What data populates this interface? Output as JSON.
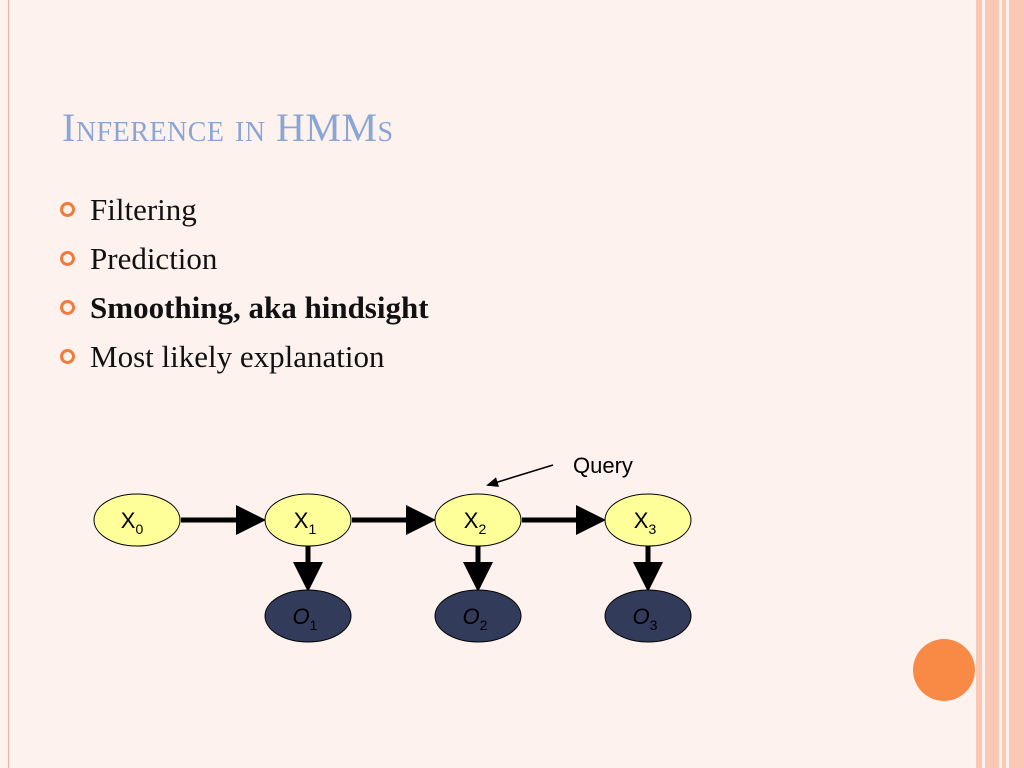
{
  "slide": {
    "title": "Inference in HMMs",
    "bullets": [
      {
        "label": "Filtering",
        "bold": false
      },
      {
        "label": "Prediction",
        "bold": false
      },
      {
        "label": "Smoothing, aka hindsight",
        "bold": true
      },
      {
        "label": "Most likely explanation",
        "bold": false
      }
    ]
  },
  "diagram": {
    "query_label": "Query",
    "hidden_nodes": [
      {
        "base": "X",
        "sub": "0"
      },
      {
        "base": "X",
        "sub": "1"
      },
      {
        "base": "X",
        "sub": "2"
      },
      {
        "base": "X",
        "sub": "3"
      }
    ],
    "observed_nodes": [
      {
        "base": "O",
        "sub": "1"
      },
      {
        "base": "O",
        "sub": "2"
      },
      {
        "base": "O",
        "sub": "3"
      }
    ]
  },
  "colors": {
    "title": "#8aa6d6",
    "bullet_marker": "#f27a3a",
    "hidden_node_fill": "#ffff99",
    "observed_node_fill": "#333b5a",
    "accent_circle": "#f98a46",
    "frame": "#f9c9b6"
  }
}
